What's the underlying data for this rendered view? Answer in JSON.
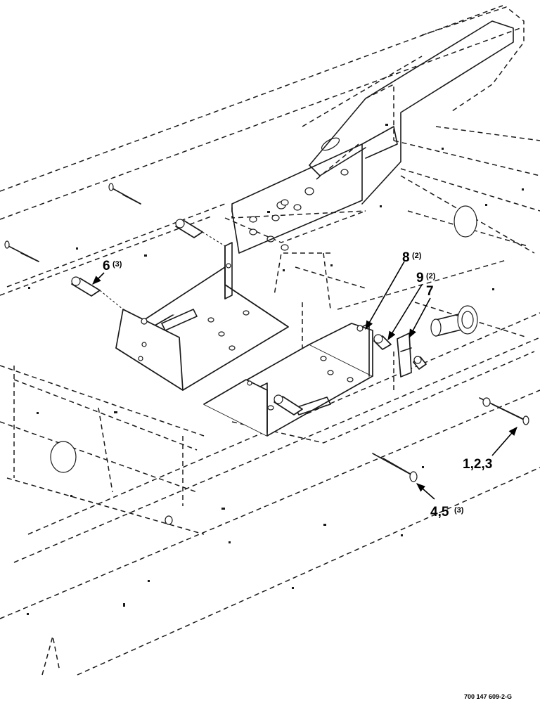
{
  "callouts": {
    "c6": {
      "num": "6",
      "qty": "(3)"
    },
    "c8": {
      "num": "8",
      "qty": "(2)"
    },
    "c9": {
      "num": "9",
      "qty": "(2)"
    },
    "c7": {
      "num": "7",
      "qty": ""
    },
    "c123": {
      "num": "1,2,3",
      "qty": ""
    },
    "c45": {
      "num": "4,5",
      "qty": "(3)"
    }
  },
  "drawing_code": "700 147 609-2-G"
}
